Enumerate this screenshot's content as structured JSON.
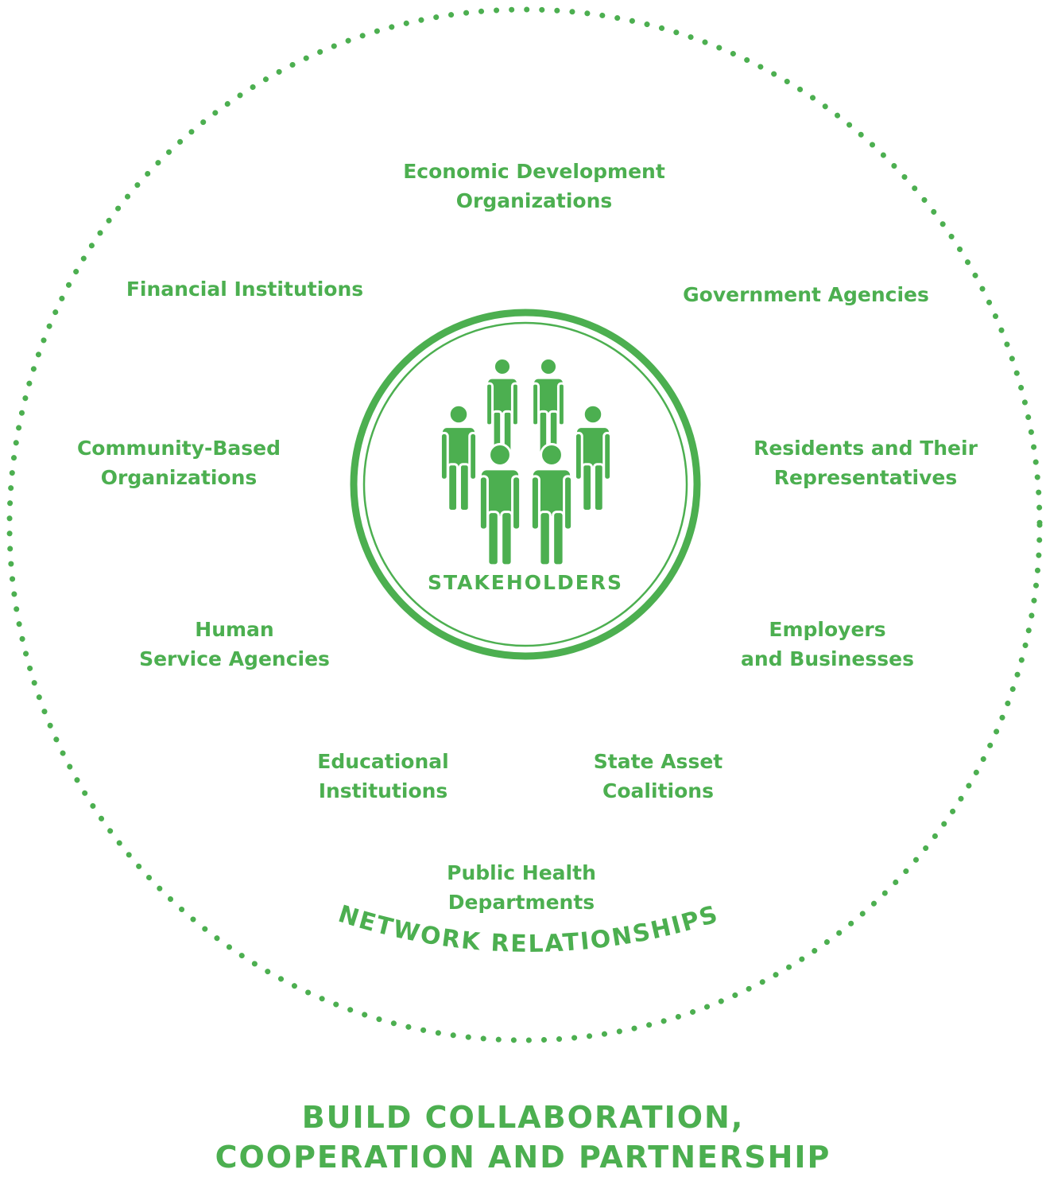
{
  "colors": {
    "accent": "#4caf50"
  },
  "center": {
    "label": "STAKEHOLDERS",
    "icon": "people-group-icon"
  },
  "ring": {
    "label": "NETWORK RELATIONSHIPS"
  },
  "stakeholders": [
    {
      "id": "economic-development",
      "lines": [
        "Economic Development",
        "Organizations"
      ]
    },
    {
      "id": "financial-institutions",
      "lines": [
        "Financial Institutions"
      ]
    },
    {
      "id": "government-agencies",
      "lines": [
        "Government Agencies"
      ]
    },
    {
      "id": "community-based",
      "lines": [
        "Community-Based",
        "Organizations"
      ]
    },
    {
      "id": "residents",
      "lines": [
        "Residents and Their",
        "Representatives"
      ]
    },
    {
      "id": "human-service",
      "lines": [
        "Human",
        "Service Agencies"
      ]
    },
    {
      "id": "employers",
      "lines": [
        "Employers",
        "and Businesses"
      ]
    },
    {
      "id": "educational",
      "lines": [
        "Educational",
        "Institutions"
      ]
    },
    {
      "id": "state-asset",
      "lines": [
        "State Asset",
        "Coalitions"
      ]
    },
    {
      "id": "public-health",
      "lines": [
        "Public Health",
        "Departments"
      ]
    }
  ],
  "footer": {
    "lines": [
      "BUILD COLLABORATION,",
      "COOPERATION AND PARTNERSHIP"
    ]
  }
}
